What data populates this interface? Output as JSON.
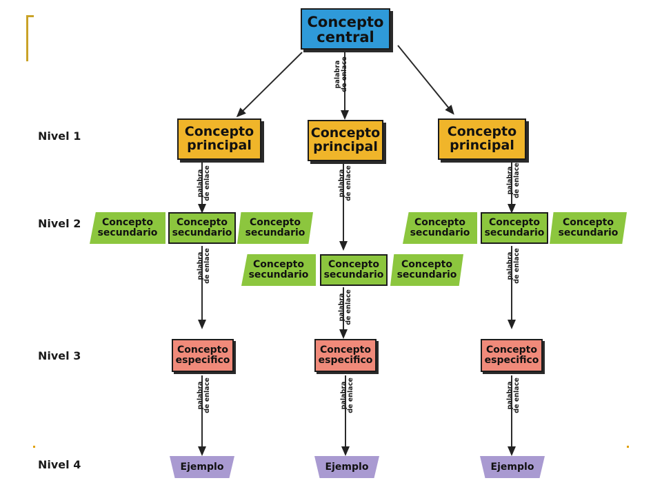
{
  "central": [
    "Concepto",
    "central"
  ],
  "principal": [
    "Concepto",
    "principal"
  ],
  "secundario": [
    "Concepto",
    "secundario"
  ],
  "especifico": [
    "Concepto",
    "especifico"
  ],
  "ejemplo": "Ejemplo",
  "link_word": [
    "palabra",
    "de enlace"
  ],
  "levels": [
    "Nivel 1",
    "Nivel 2",
    "Nivel 3",
    "Nivel 4"
  ],
  "colors": {
    "central": "#2f9ad9",
    "principal": "#f0b52a",
    "secundario": "#8cc63e",
    "especifico": "#f08a7a",
    "ejemplo": "#a99ad1"
  }
}
